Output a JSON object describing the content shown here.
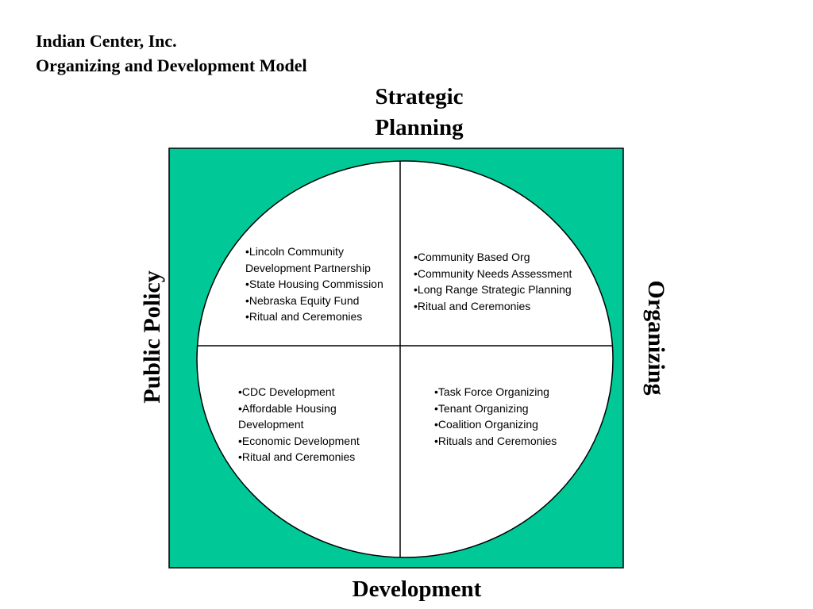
{
  "title": {
    "line1": "Indian Center, Inc.",
    "line2": "Organizing and Development Model"
  },
  "axes": {
    "top": [
      "Strategic",
      "Planning"
    ],
    "bottom": "Development",
    "left": "Public Policy",
    "right": "Organizing"
  },
  "colors": {
    "background": "#00C897",
    "circle": "#FFFFFF",
    "line": "#000000"
  },
  "quadrants": {
    "top_left": [
      "•Lincoln Community",
      "Development Partnership",
      "•State Housing Commission",
      "•Nebraska Equity Fund",
      "•Ritual and Ceremonies"
    ],
    "top_right": [
      "•Community Based Org",
      "•Community Needs Assessment",
      "•Long Range Strategic Planning",
      "•Ritual and Ceremonies"
    ],
    "bottom_left": [
      "•CDC Development",
      "•Affordable Housing",
      "Development",
      "•Economic Development",
      "•Ritual and Ceremonies"
    ],
    "bottom_right": [
      "•Task Force Organizing",
      "•Tenant Organizing",
      "•Coalition Organizing",
      "•Rituals and Ceremonies"
    ]
  }
}
